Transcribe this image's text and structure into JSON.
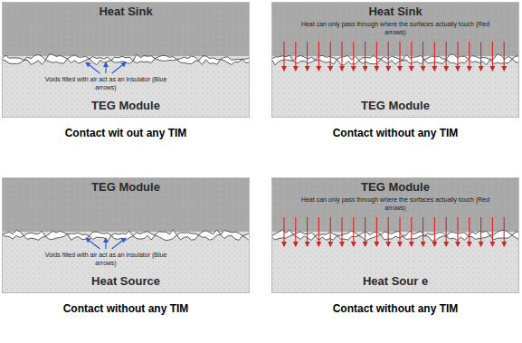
{
  "diagram": {
    "nodes": [
      {
        "text": [
          "Heat Sink"
        ]
      },
      {
        "text": [
          "TEG Module"
        ]
      },
      {
        "text": [
          "Heat Sink"
        ]
      },
      {
        "text": [
          "TEG Module"
        ]
      },
      {
        "text": [
          "TEG Module"
        ]
      },
      {
        "text": [
          "Heat Source"
        ]
      },
      {
        "text": [
          "TEG Module"
        ]
      },
      {
        "text": [
          "Heat Sour e"
        ]
      }
    ],
    "labels": [
      "Voids filled with air act as an insulator (Blue arrows)",
      "Contact wit out any TIM",
      "Heat can only pass through where the surfaces actually touch (Red arrows)",
      "Contact without any TIM",
      "Voids filled with air act as an insulator (Blue arrows)",
      "Contact without any TIM",
      "Heat can only pass through where the surfaces actually touch (Red arrows)",
      "Contact without any TIM"
    ]
  }
}
